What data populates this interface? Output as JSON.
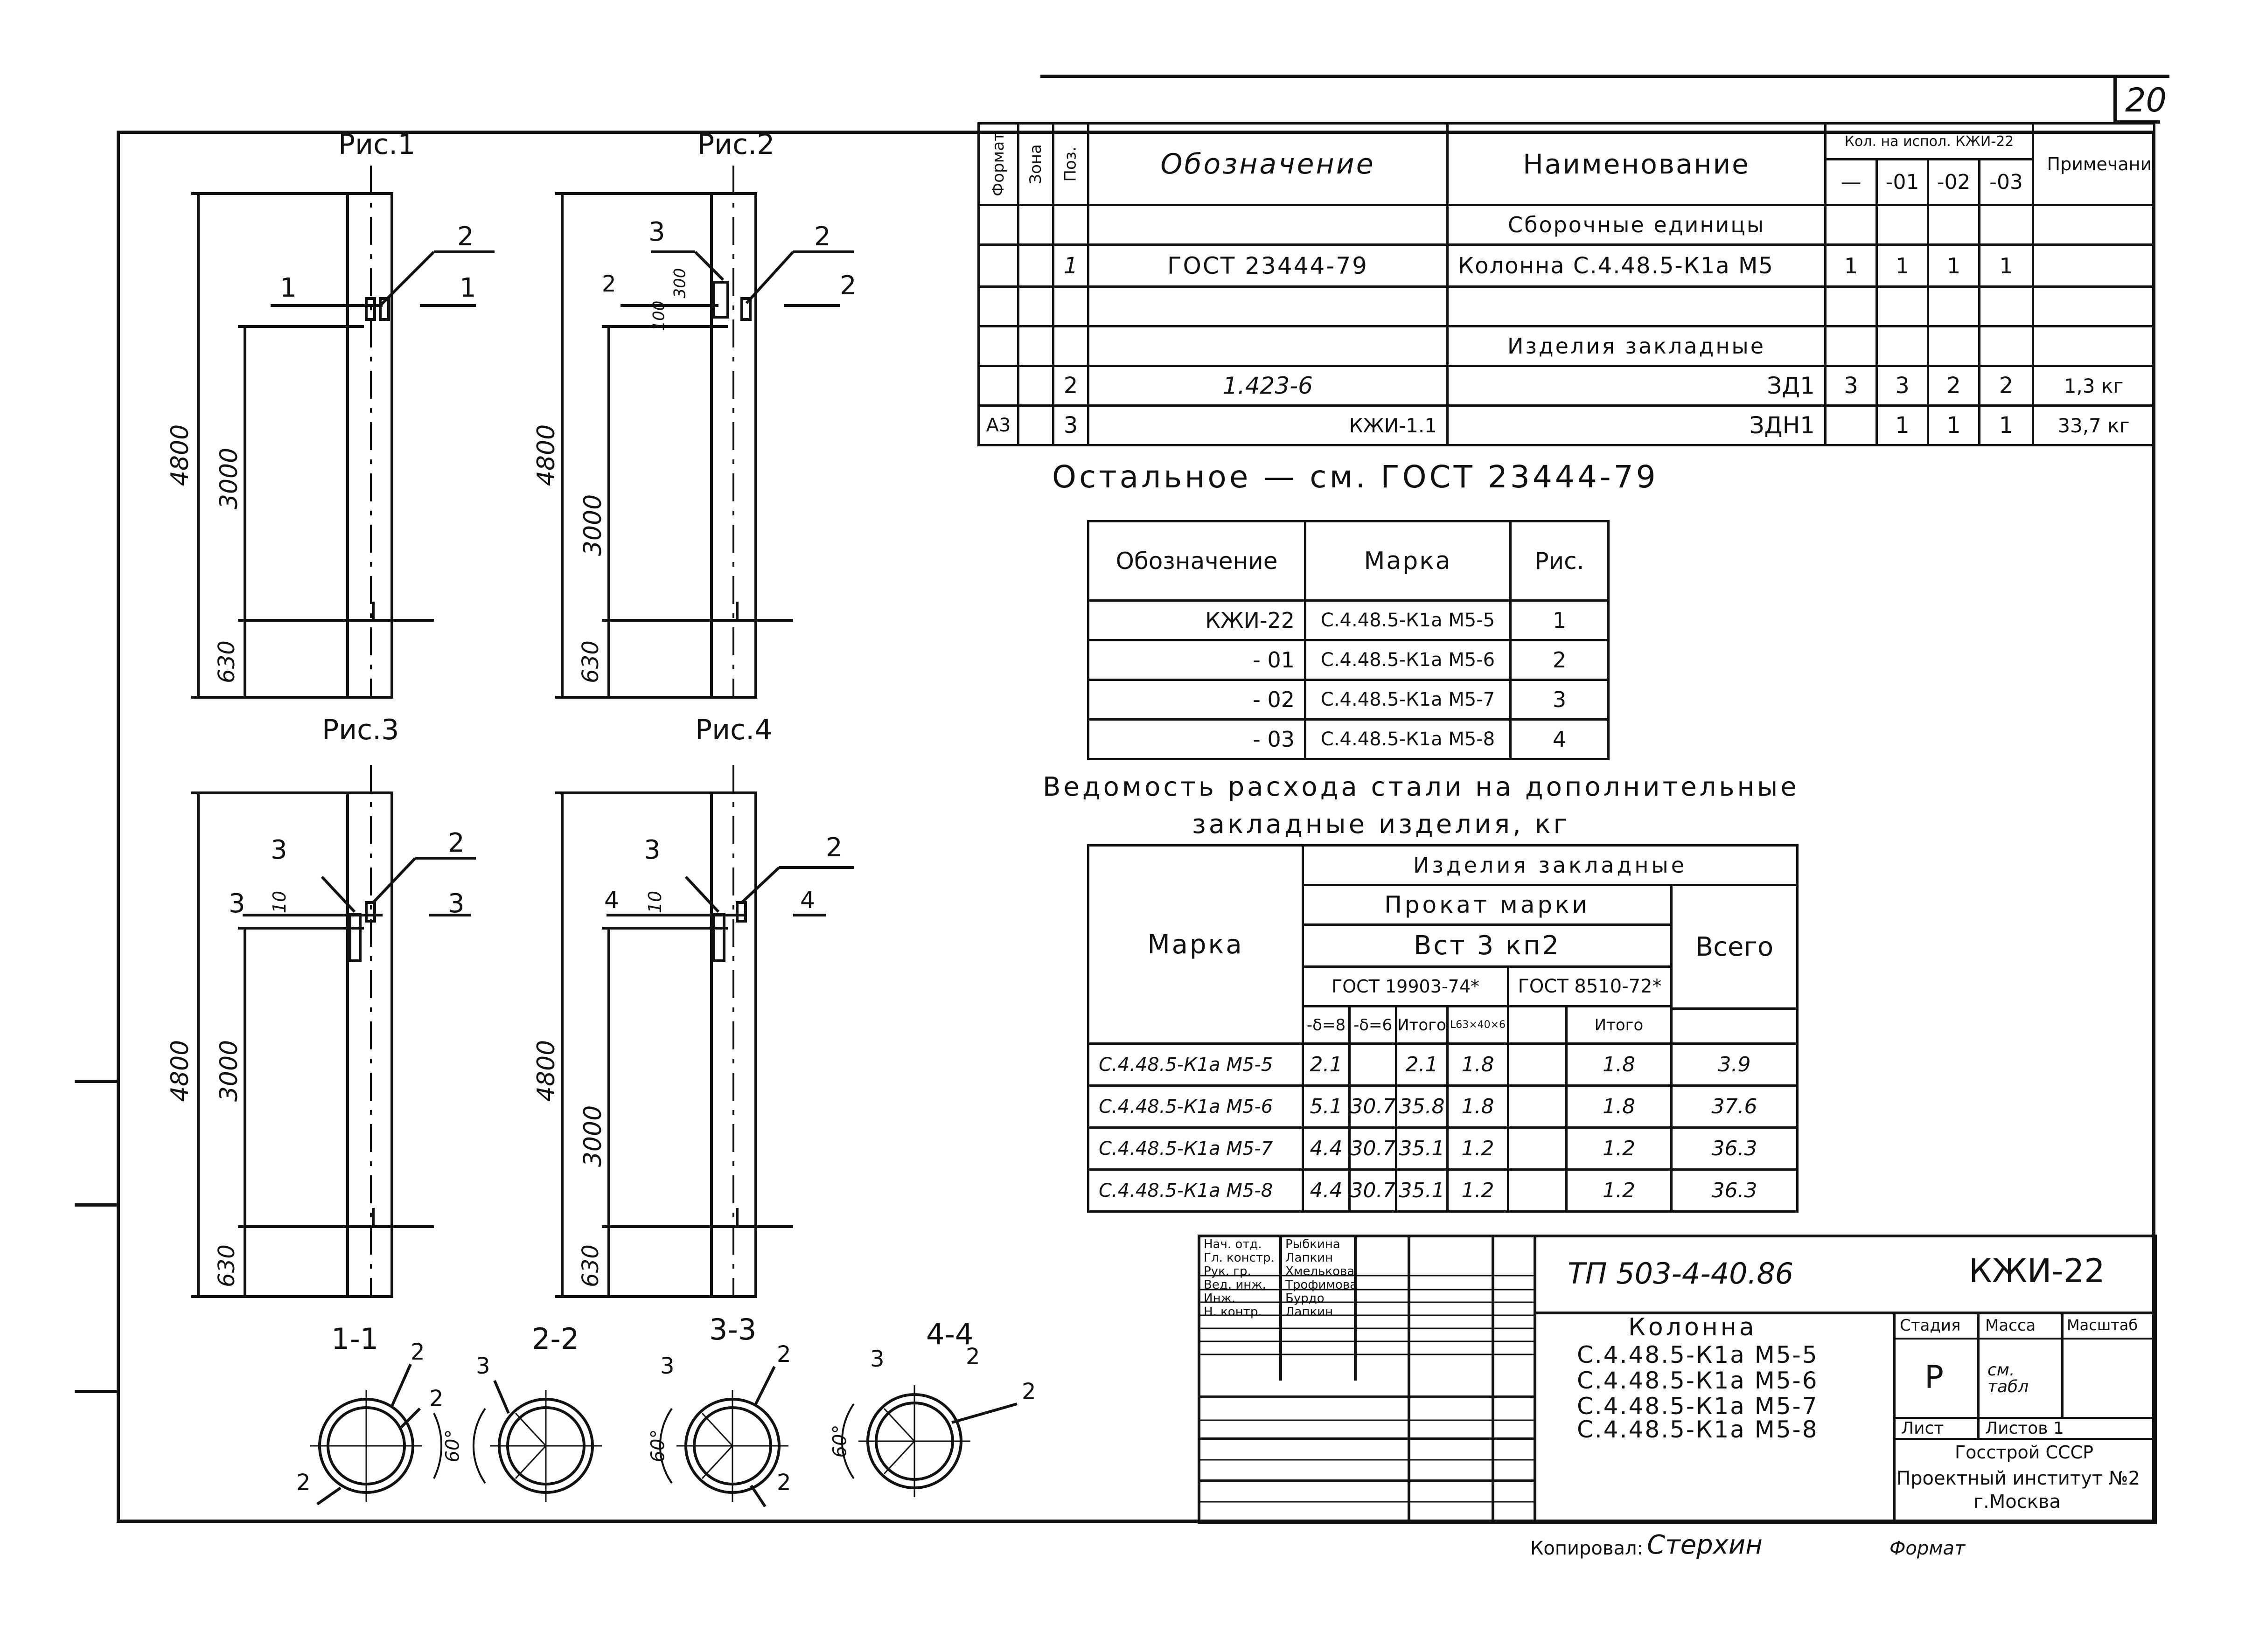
{
  "page_number": "20",
  "spec": {
    "headers": {
      "format": "Формат",
      "zone": "Зона",
      "pos": "Поз.",
      "designation": "Обозначение",
      "name": "Наименование",
      "qty_title": "Кол. на испол. КЖИ-22",
      "qty_cols": [
        "—",
        "-01",
        "-02",
        "-03"
      ],
      "note": "Примечание"
    },
    "section_assembly": "Сборочные единицы",
    "section_embedded": "Изделия закладные",
    "rows": [
      {
        "format": "",
        "pos": "1",
        "designation": "ГОСТ 23444-79",
        "name": "Колонна С.4.48.5-К1а М5",
        "qty": [
          "1",
          "1",
          "1",
          "1"
        ],
        "note": ""
      },
      {
        "format": "",
        "pos": "2",
        "designation": "1.423-6",
        "name": "ЗД1",
        "qty": [
          "3",
          "3",
          "2",
          "2"
        ],
        "note": "1,3 кг"
      },
      {
        "format": "А3",
        "pos": "3",
        "designation": "КЖИ-1.1",
        "name": "ЗДН1",
        "qty": [
          "",
          "1",
          "1",
          "1"
        ],
        "note": "33,7 кг"
      }
    ]
  },
  "rest_note": "Остальное — см. ГОСТ 23444-79",
  "marks": {
    "headers": [
      "Обозначение",
      "Марка",
      "Рис."
    ],
    "rows": [
      [
        "КЖИ-22",
        "С.4.48.5-К1а М5-5",
        "1"
      ],
      [
        "- 01",
        "С.4.48.5-К1а М5-6",
        "2"
      ],
      [
        "- 02",
        "С.4.48.5-К1а М5-7",
        "3"
      ],
      [
        "- 03",
        "С.4.48.5-К1а М5-8",
        "4"
      ]
    ]
  },
  "steel": {
    "title_line1": "Ведомость расхода стали на дополнительные",
    "title_line2": "закладные изделия, кг",
    "h_mark": "Марка",
    "h_embedded": "Изделия закладные",
    "h_rolled": "Прокат марки",
    "h_grade": "Вст 3 кп2",
    "h_total": "Всего",
    "h_gost1": "ГОСТ 19903-74*",
    "h_gost2": "ГОСТ 8510-72*",
    "sub": [
      "-δ=8",
      "-δ=6",
      "Итого",
      "L63×40×6",
      "",
      "Итого"
    ],
    "rows": [
      [
        "С.4.48.5-К1а М5-5",
        "2.1",
        "",
        "2.1",
        "1.8",
        "",
        "1.8",
        "3.9"
      ],
      [
        "С.4.48.5-К1а М5-6",
        "5.1",
        "30.7",
        "35.8",
        "1.8",
        "",
        "1.8",
        "37.6"
      ],
      [
        "С.4.48.5-К1а М5-7",
        "4.4",
        "30.7",
        "35.1",
        "1.2",
        "",
        "1.2",
        "36.3"
      ],
      [
        "С.4.48.5-К1а М5-8",
        "4.4",
        "30.7",
        "35.1",
        "1.2",
        "",
        "1.2",
        "36.3"
      ]
    ]
  },
  "figures": {
    "fig1": "Рис.1",
    "fig2": "Рис.2",
    "fig3": "Рис.3",
    "fig4": "Рис.4",
    "dims": {
      "total": "4800",
      "mid": "3000",
      "low": "630",
      "s100": "100",
      "s300": "300",
      "s10": "10"
    },
    "callouts": {
      "c1": "1",
      "c2": "2",
      "c3": "3",
      "c4": "4"
    },
    "sections": [
      "1-1",
      "2-2",
      "3-3",
      "4-4"
    ],
    "angle": "60°"
  },
  "title_block": {
    "roles": [
      "Нач. отд.",
      "Гл. констр.",
      "Рук. гр.",
      "Вед. инж.",
      "Инж.",
      "Н. контр."
    ],
    "names": [
      "Рыбкина",
      "Лапкин",
      "Хмелькова",
      "Трофимова",
      "Бурдо",
      "Лапкин"
    ],
    "doc_code": "ТП 503-4-40.86",
    "doc_mark": "КЖИ-22",
    "item_name": "Колонна",
    "item_marks": [
      "С.4.48.5-К1а М5-5",
      "С.4.48.5-К1а М5-6",
      "С.4.48.5-К1а М5-7",
      "С.4.48.5-К1а М5-8"
    ],
    "h_stage": "Стадия",
    "h_mass": "Масса",
    "h_scale": "Масштаб",
    "stage": "Р",
    "mass": "см. табл",
    "sheet": "Лист",
    "sheets": "Листов 1",
    "org_line1": "Госстрой СССР",
    "org_line2": "Проектный институт №2",
    "org_line3": "г.Москва"
  },
  "footer": {
    "copied_label": "Копировал:",
    "copied_sign": "Стерхин",
    "format_label": "Формат"
  }
}
